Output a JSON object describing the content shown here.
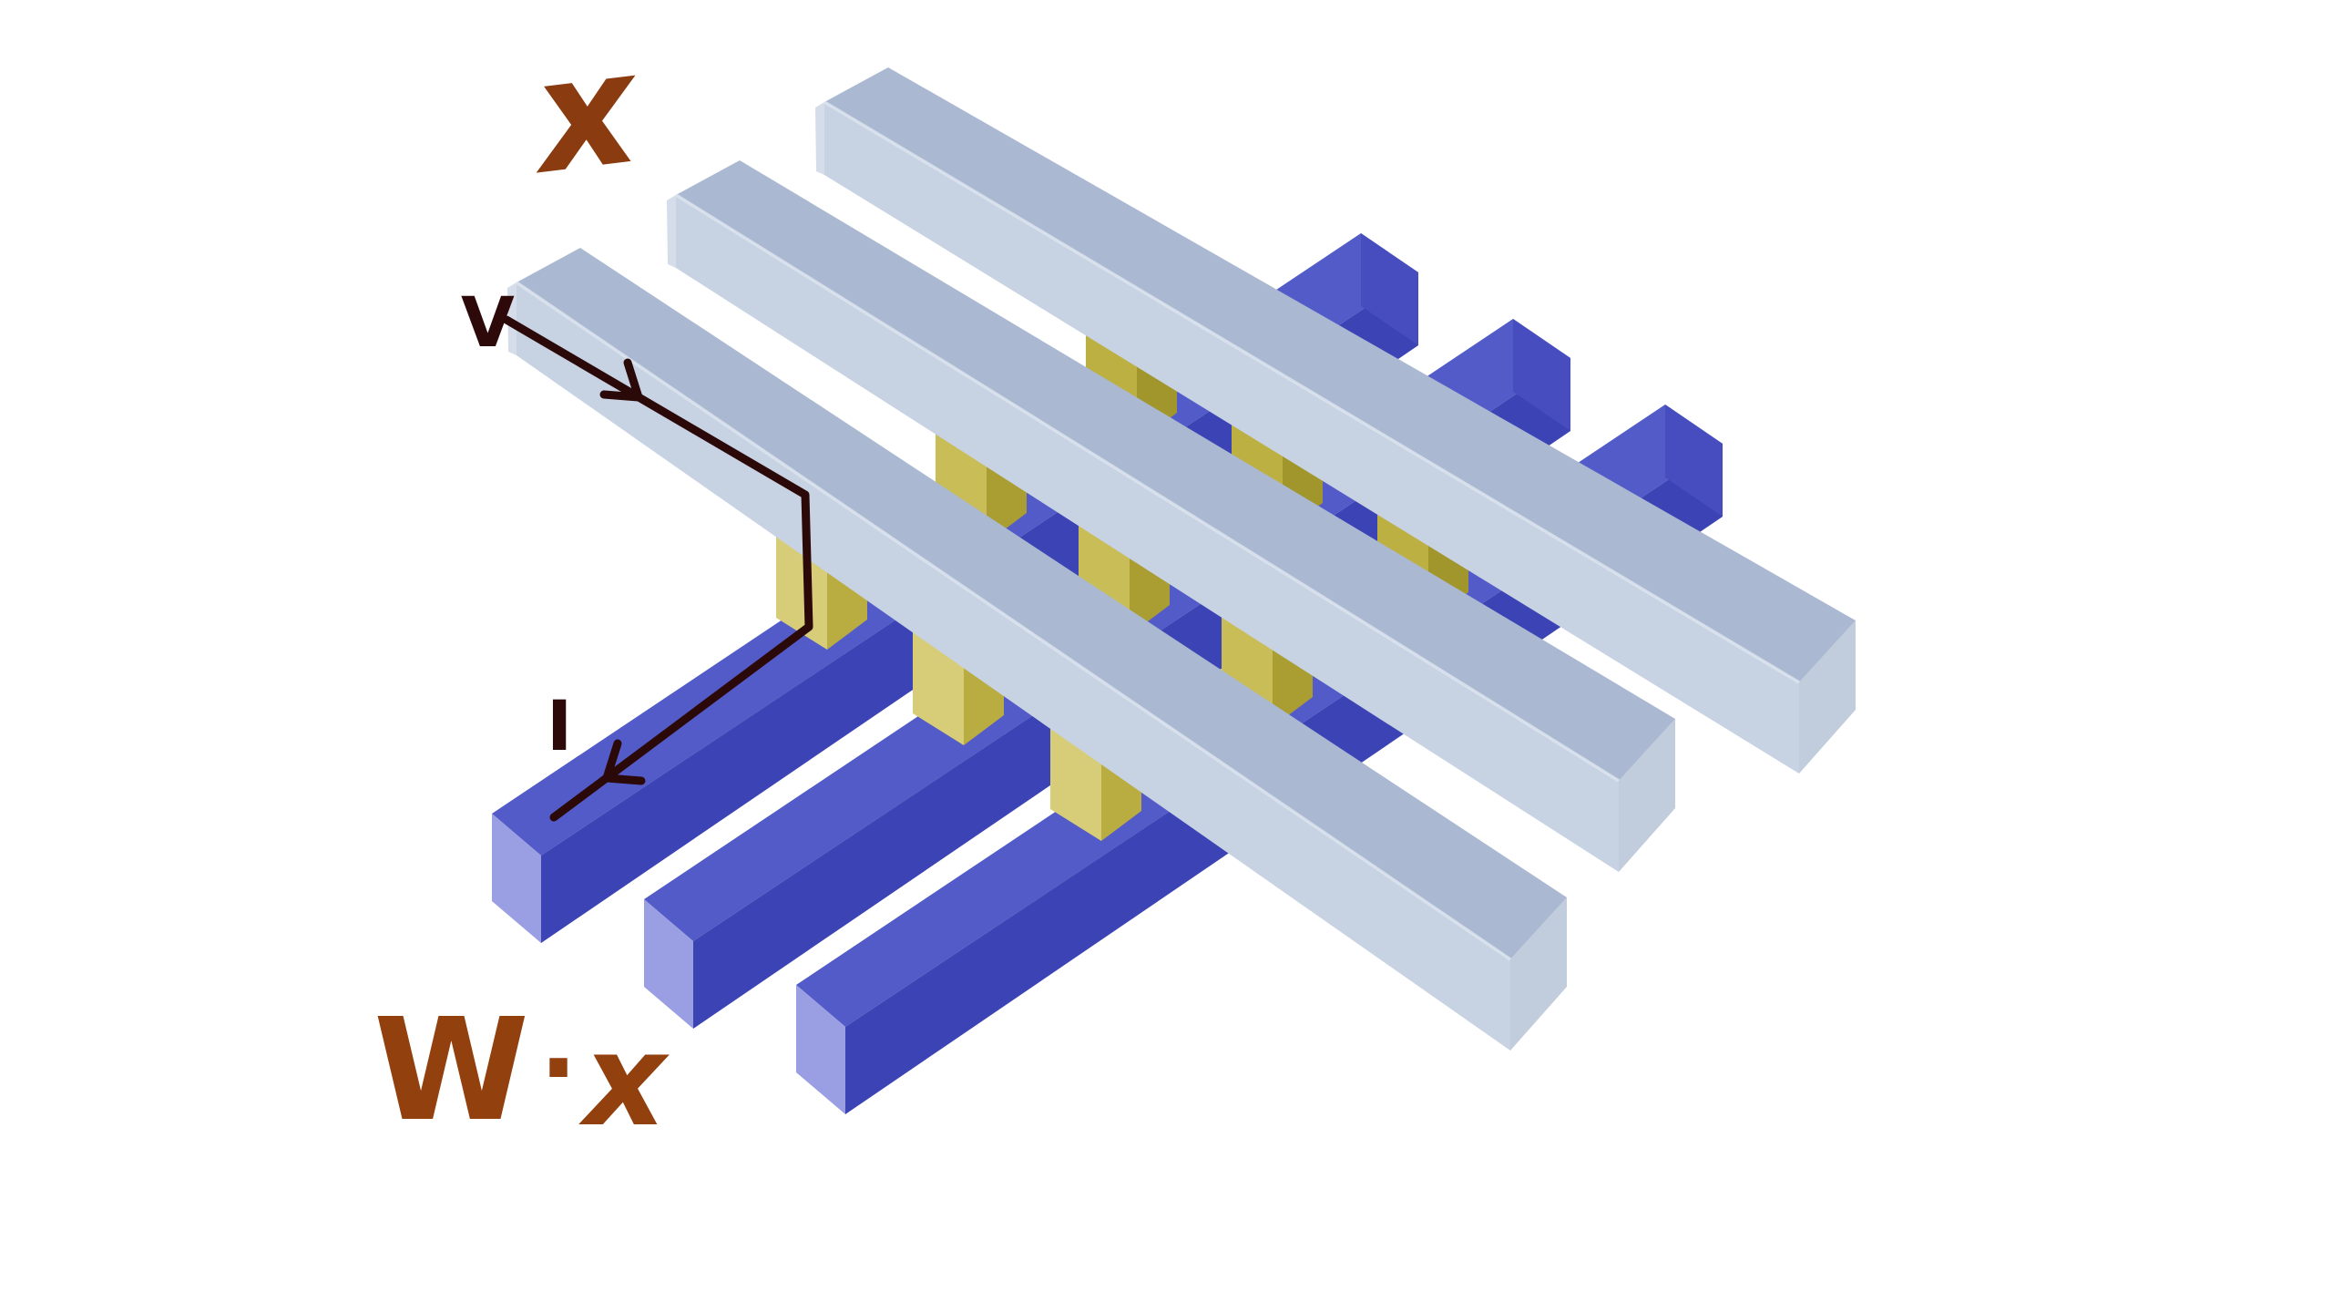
{
  "figure": {
    "kind": "3d crossbar array diagram",
    "top_bar_count": 3,
    "bottom_bar_count": 3,
    "device_pillar_count": 9
  },
  "labels": {
    "input_vector": "x",
    "voltage": "V",
    "current": "I",
    "output_w": "W",
    "output_dot": "·",
    "output_x": "x"
  },
  "colors": {
    "background": "#ffffff",
    "label_brown": "#8a3c10",
    "label_w_brown": "#93400f",
    "label_dark": "#2e0909",
    "current_line": "#2b0909",
    "gray_bar_top": "#aab9d1",
    "gray_bar_side": "#c7d2e2",
    "gray_bar_end": "#c1cddc",
    "gray_bar_sliver": "#d4dde9",
    "gray_bar_edge_highlight": "#dde5ef",
    "blue_bar_top": "#525bc8",
    "blue_bar_side": "#3c43b4",
    "blue_bar_end_back": "#474dbe",
    "blue_bar_end_front": "#9a9ee2",
    "pillar_light_rows": [
      "#bcb043",
      "#c9bd58",
      "#d7cd78"
    ],
    "pillar_dark_rows": [
      "#a1962b",
      "#aa9e33",
      "#b9ac41"
    ]
  }
}
